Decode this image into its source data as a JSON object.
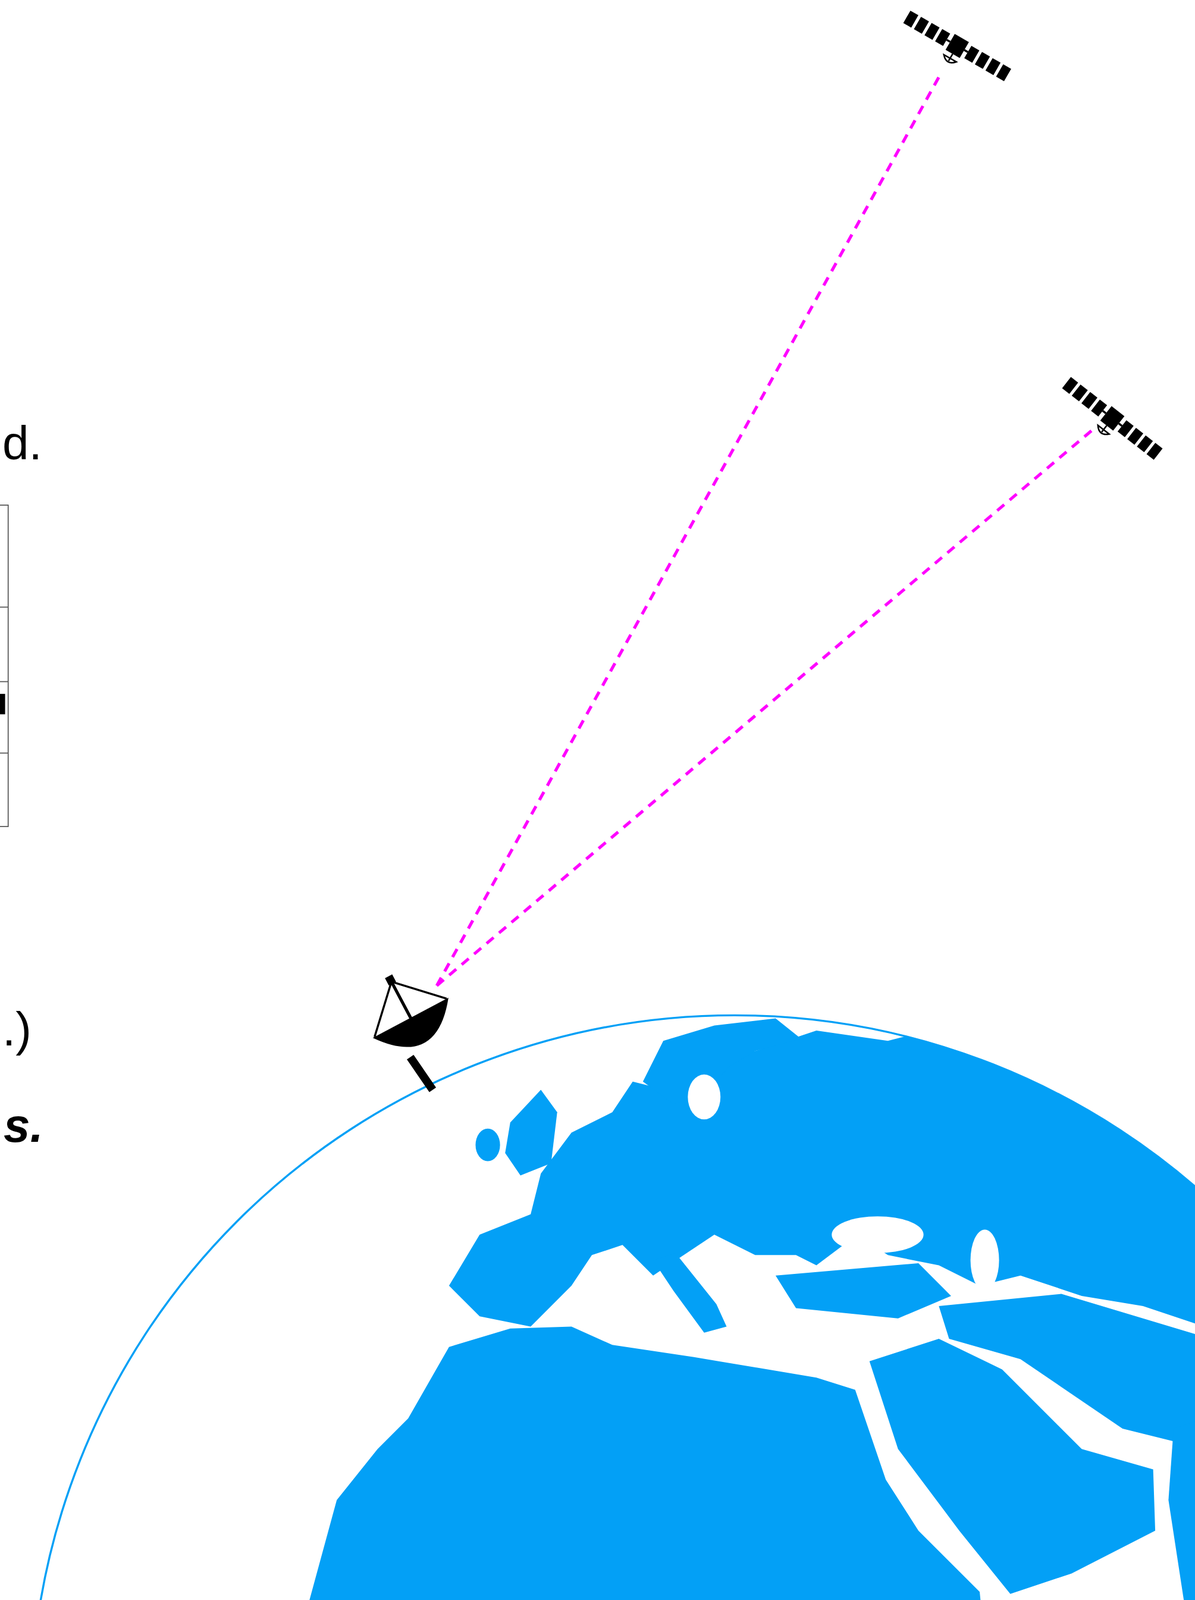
{
  "diagram": {
    "labels": [
      "d.",
      ".)",
      "s."
    ]
  }
}
